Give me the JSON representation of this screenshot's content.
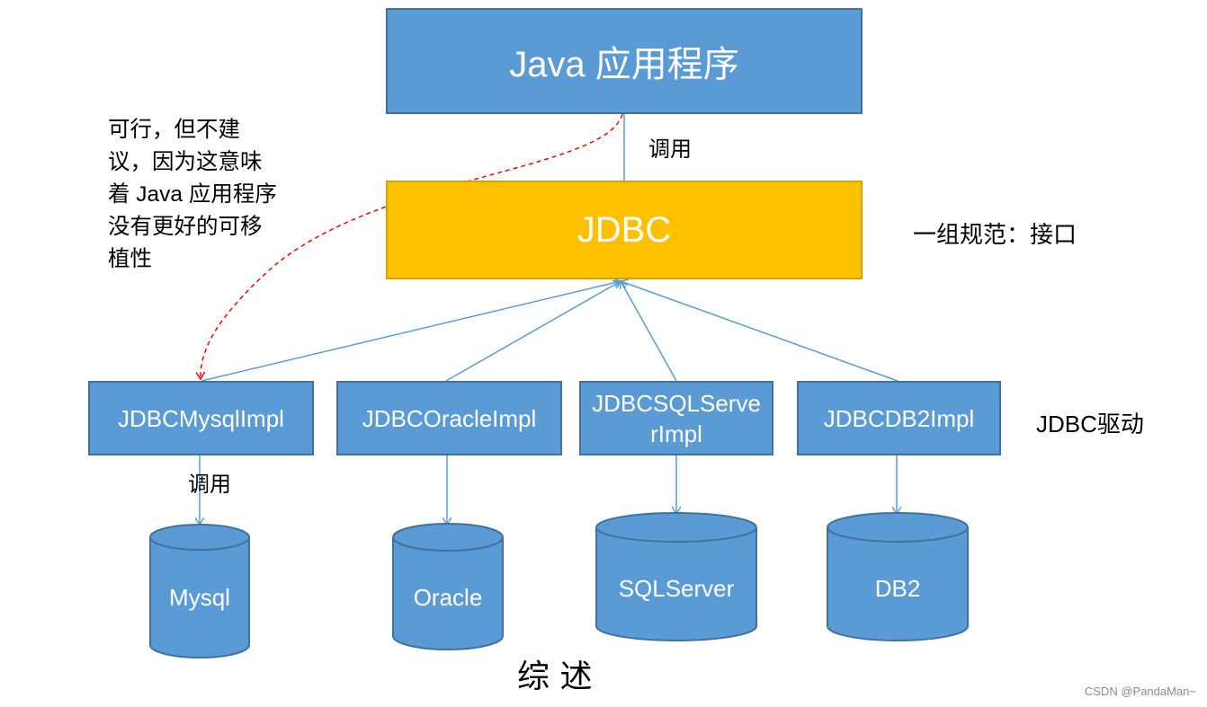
{
  "diagram": {
    "app": {
      "label": "Java 应用程序"
    },
    "jdbc": {
      "label": "JDBC"
    },
    "labels": {
      "call_top": "调用",
      "call_left": "调用",
      "interface": "一组规范：接口",
      "driver": "JDBC驱动"
    },
    "note": "可行，但不建议，因为这意味着 Java 应用程序没有更好的可移植性",
    "drivers": [
      {
        "label": "JDBCMysqlImpl"
      },
      {
        "label": "JDBCOracleImpl"
      },
      {
        "label": "JDBCSQLServerImpl"
      },
      {
        "label": "JDBCDB2Impl"
      }
    ],
    "databases": [
      {
        "label": "Mysql"
      },
      {
        "label": "Oracle"
      },
      {
        "label": "SQLServer"
      },
      {
        "label": "DB2"
      }
    ],
    "caption": "综 述",
    "watermark": "CSDN @PandaMan~",
    "colors": {
      "blue": "#5b9bd5",
      "blue_border": "#41719c",
      "gold": "#ffc000",
      "arrow": "#5b9bd5",
      "dashed": "#ff0000"
    }
  }
}
